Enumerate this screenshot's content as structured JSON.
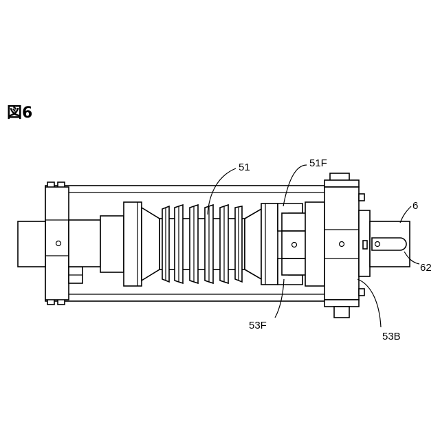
{
  "figure": {
    "title": "図6",
    "labels": {
      "l51": "51",
      "l51F": "51F",
      "l6": "6",
      "l62": "62",
      "l53F": "53F",
      "l53B": "53B"
    }
  }
}
